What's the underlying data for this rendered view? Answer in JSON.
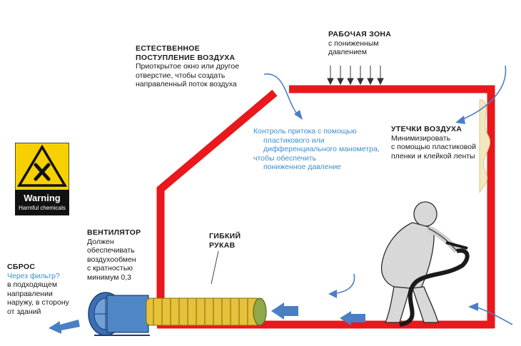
{
  "natural_intake": {
    "title_line1": "ЕСТЕСТВЕННОЕ",
    "title_line2": "ПОСТУПЛЕНИЕ ВОЗДУХА",
    "desc_line1": "Приоткрытое окно или другое",
    "desc_line2": "отверстие, чтобы создать",
    "desc_line3": "направленный поток воздуха"
  },
  "work_zone": {
    "title": "РАБОЧАЯ ЗОНА",
    "desc_line1": "с пониженным",
    "desc_line2": "давлением"
  },
  "inflow_control": {
    "line1": "Контроль притока с помощью",
    "line2": "пластикового или",
    "line3": "дифференциального манометра,",
    "line4": "чтобы обеспечить",
    "line5": "пониженное давление"
  },
  "air_leaks": {
    "title": "УТЕЧКИ ВОЗДУХА",
    "desc_line1": "Минимизировать",
    "desc_line2": "с помощью пластиковой",
    "desc_line3": "пленки и клейкой ленты"
  },
  "fan": {
    "title": "ВЕНТИЛЯТОР",
    "desc_line1": "Должен",
    "desc_line2": "обеспечивать",
    "desc_line3": "воздухообмен",
    "desc_line4": "с кратностью",
    "desc_line5": "минимум 0,3"
  },
  "hose": {
    "line1": "ГИБКИЙ",
    "line2": "РУКАВ"
  },
  "exhaust": {
    "title": "СБРОС",
    "highlight": "Через фильтр?",
    "desc_line1": "в подходящем",
    "desc_line2": "направлении",
    "desc_line3": "наружу, в сторону",
    "desc_line4": "от зданий"
  },
  "warning_sign": {
    "word": "Warning",
    "subtitle": "Harmful chemicals",
    "icon": "harmful-x-icon"
  },
  "colors": {
    "wall": "#e8181c",
    "arrow": "#4a7fc4",
    "hose": "#e6c23a",
    "label_blue": "#3b8fcf",
    "warning_yellow": "#f6d000"
  }
}
